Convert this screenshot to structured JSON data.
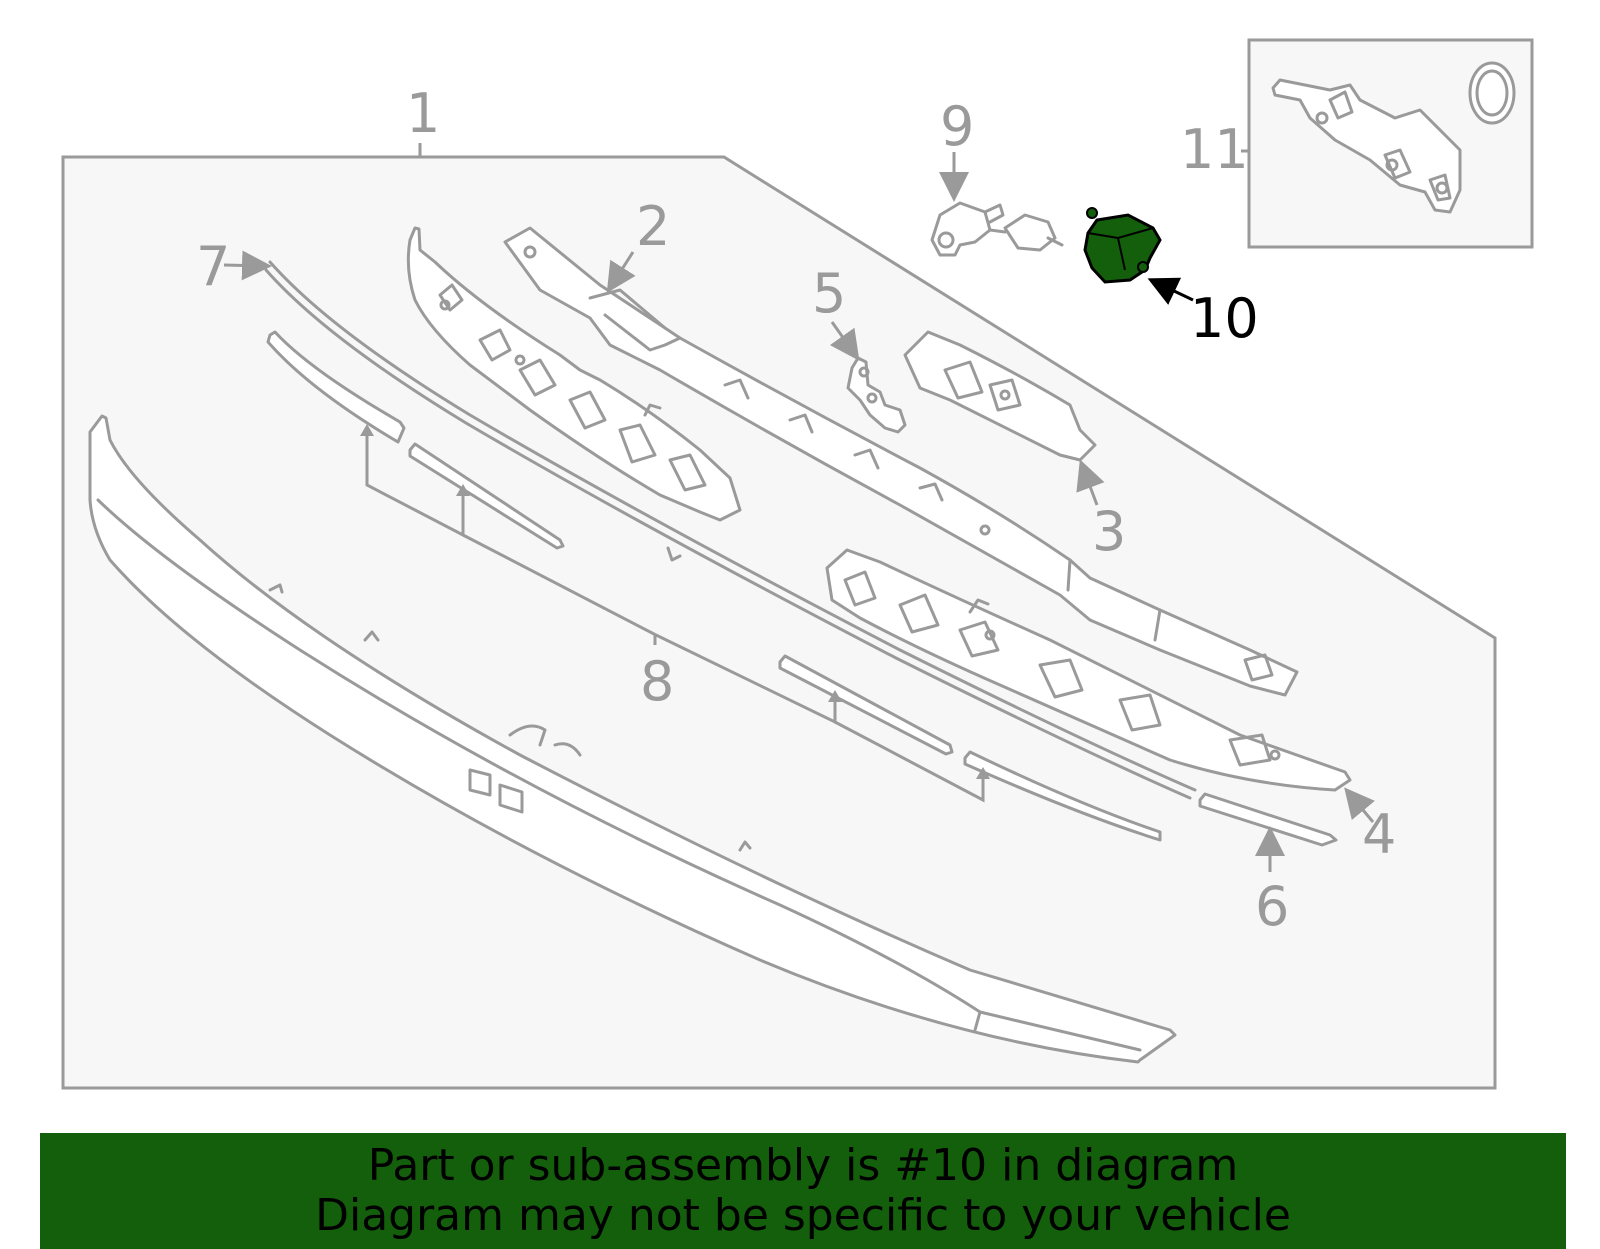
{
  "diagram": {
    "callouts": {
      "c1": "1",
      "c2": "2",
      "c3": "3",
      "c4": "4",
      "c5": "5",
      "c6": "6",
      "c7": "7",
      "c8": "8",
      "c9": "9",
      "c10": "10",
      "c11": "11"
    },
    "highlighted_part": "10",
    "highlight_color": "#135f0b",
    "line_color": "#9a9a9a"
  },
  "banner": {
    "line1": "Part or sub-assembly is #10 in diagram",
    "line2": "Diagram may not be specific to your vehicle",
    "background": "#135f0b"
  }
}
